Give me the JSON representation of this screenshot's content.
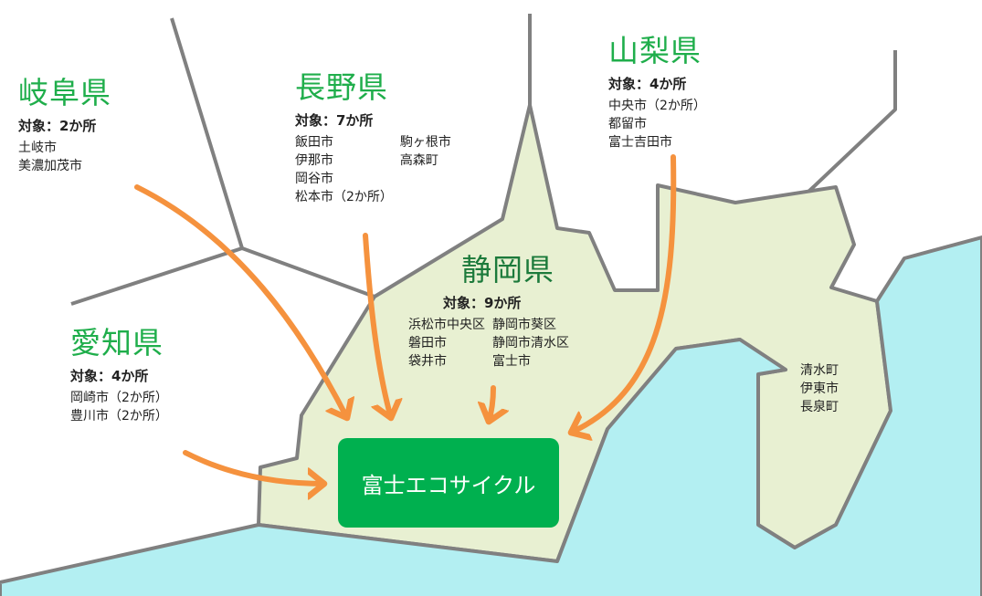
{
  "colors": {
    "land": "#e8f0d2",
    "sea": "#b3eff2",
    "border": "#808080",
    "arrow": "#f5923e",
    "box": "#00b04f"
  },
  "prefectures": {
    "gifu": {
      "name": "岐阜県",
      "count": "対象：2か所",
      "cities": [
        "土岐市",
        "美濃加茂市"
      ]
    },
    "nagano": {
      "name": "長野県",
      "count": "対象：7か所",
      "cities": [
        "飯田市",
        "駒ヶ根市",
        "伊那市",
        "高森町",
        "岡谷市",
        "",
        "松本市（2か所）",
        ""
      ]
    },
    "yamanashi": {
      "name": "山梨県",
      "count": "対象：4か所",
      "cities": [
        "中央市（2か所）",
        "都留市",
        "富士吉田市"
      ]
    },
    "shizuoka": {
      "name": "静岡県",
      "count": "対象：9か所",
      "cities": [
        "浜松市中央区",
        "静岡市葵区",
        "磐田市",
        "静岡市清水区",
        "袋井市",
        "富士市"
      ],
      "izu_cities": [
        "清水町",
        "伊東市",
        "長泉町"
      ]
    },
    "aichi": {
      "name": "愛知県",
      "count": "対象：4か所",
      "cities": [
        "岡崎市（2か所）",
        "豊川市（2か所）"
      ]
    }
  },
  "destination": {
    "label": "富士エコサイクル"
  }
}
